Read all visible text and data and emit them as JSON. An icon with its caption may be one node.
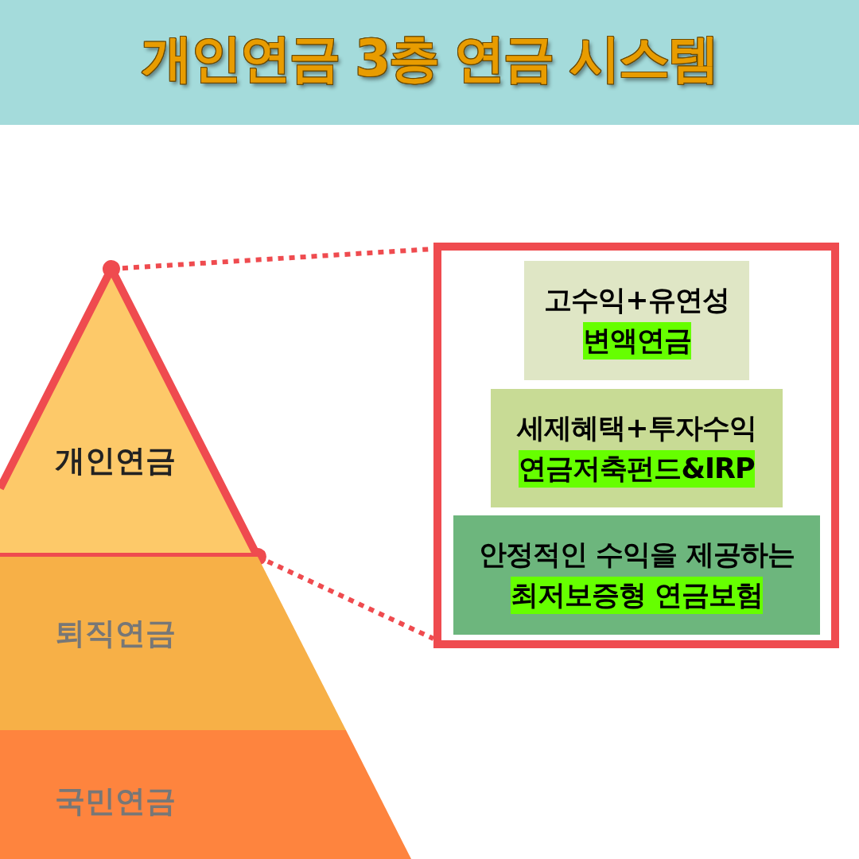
{
  "diagram": {
    "title": "개인연금 3층 연금 시스템",
    "nodes": [
      {
        "text": [
          "개인연금"
        ]
      },
      {
        "text": [
          "퇴직연금"
        ]
      },
      {
        "text": [
          "국민연금"
        ]
      },
      {
        "text": [],
        "shape": "box"
      },
      {
        "text": [
          "고수익+유연성",
          "변액연금"
        ],
        "in": 3
      },
      {
        "text": [
          "세제혜택+투자수익",
          "연금저축펀드&IRP"
        ],
        "in": 3
      },
      {
        "text": [
          "안정적인 수익을 제공하는",
          "최저보증형 연금보험"
        ],
        "in": 3
      }
    ],
    "edges": [
      {
        "from": 0,
        "to": 3,
        "arrow": "other",
        "style": "dashed"
      },
      {
        "from": 0,
        "to": 3,
        "arrow": "other",
        "style": "dashed"
      }
    ]
  }
}
